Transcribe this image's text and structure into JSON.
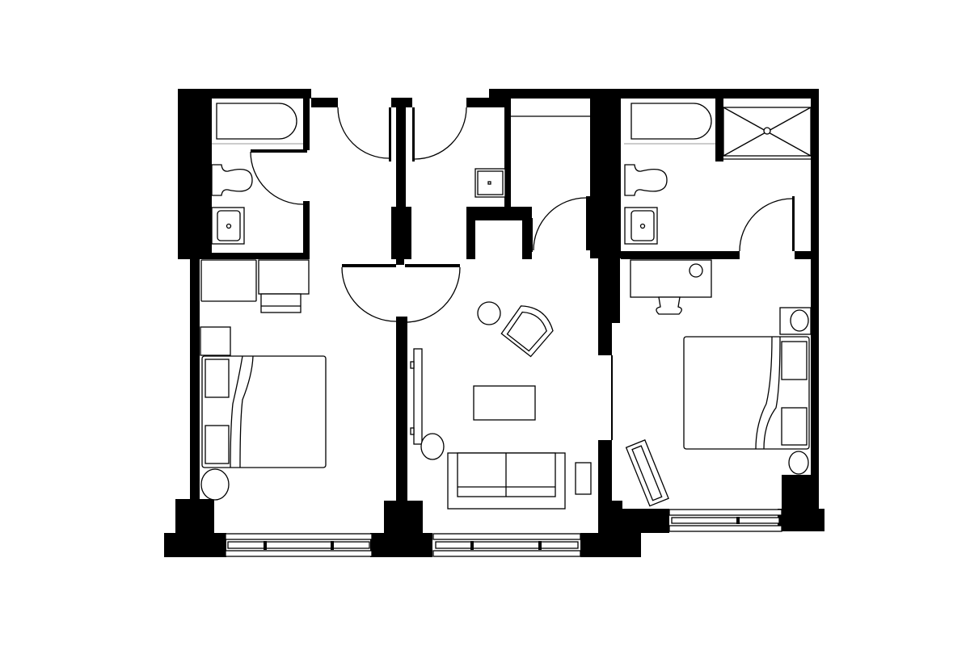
{
  "plan": {
    "colors": {
      "wall": "#000000",
      "background": "#ffffff",
      "fixture_line": "#000000"
    },
    "rooms": [
      "left-bedroom",
      "left-bathroom",
      "entry-hall",
      "living-room",
      "closet",
      "right-bathroom",
      "right-bedroom"
    ]
  }
}
